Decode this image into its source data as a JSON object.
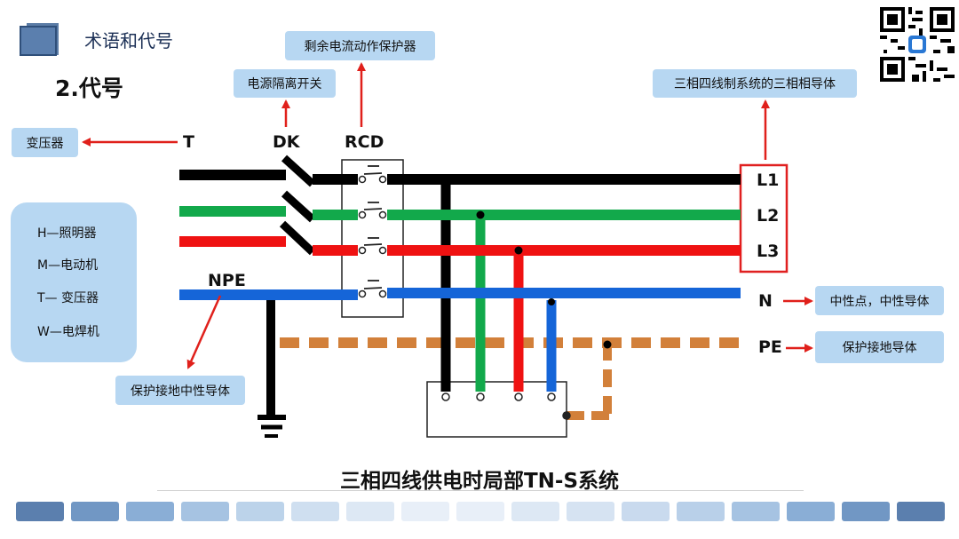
{
  "header": {
    "title": "术语和代号",
    "subtitle": "2.代号"
  },
  "callouts": {
    "rcd": "剩余电流动作保护器",
    "dk": "电源隔离开关",
    "lines": "三相四线制系统的三相相导体",
    "transformer": "变压器",
    "neutral": "中性点，中性导体",
    "pe": "保护接地导体",
    "pen": "保护接地中性导体"
  },
  "legend": [
    "H—照明器",
    "M—电动机",
    "T— 变压器",
    "W—电焊机"
  ],
  "labels": {
    "t": "T",
    "dk": "DK",
    "rcd": "RCD",
    "npe": "NPE",
    "l1": "L1",
    "l2": "L2",
    "l3": "L3",
    "n": "N",
    "pe": "PE"
  },
  "caption": "三相四线供电时局部TN-S系统",
  "colors": {
    "l1": "#000000",
    "l2": "#12a94b",
    "l3": "#ef1212",
    "n": "#1565d8",
    "pe": "#d2803a",
    "arrow": "#e0201b",
    "callout_bg": "#b7d7f2",
    "header_blue": "#3e6596"
  }
}
